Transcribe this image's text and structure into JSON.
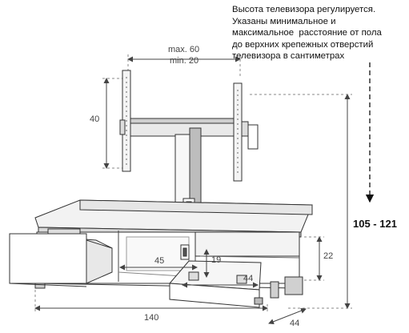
{
  "note_lines": [
    "Высота телевизора регулируется.",
    "Указаны минимальное и",
    "максимальное  расстояние от пола",
    "до верхних крепежных отверстий",
    "телевизора в сантиметрах"
  ],
  "dimensions": {
    "bracket_width_max": "max. 60",
    "bracket_width_min": "min. 20",
    "bracket_height": "40",
    "total_height": "105 - 121",
    "inner_width_left": "45",
    "inner_height": "19",
    "shelf_height": "22",
    "inner_width_right": "44",
    "total_width": "140",
    "depth": "44"
  }
}
